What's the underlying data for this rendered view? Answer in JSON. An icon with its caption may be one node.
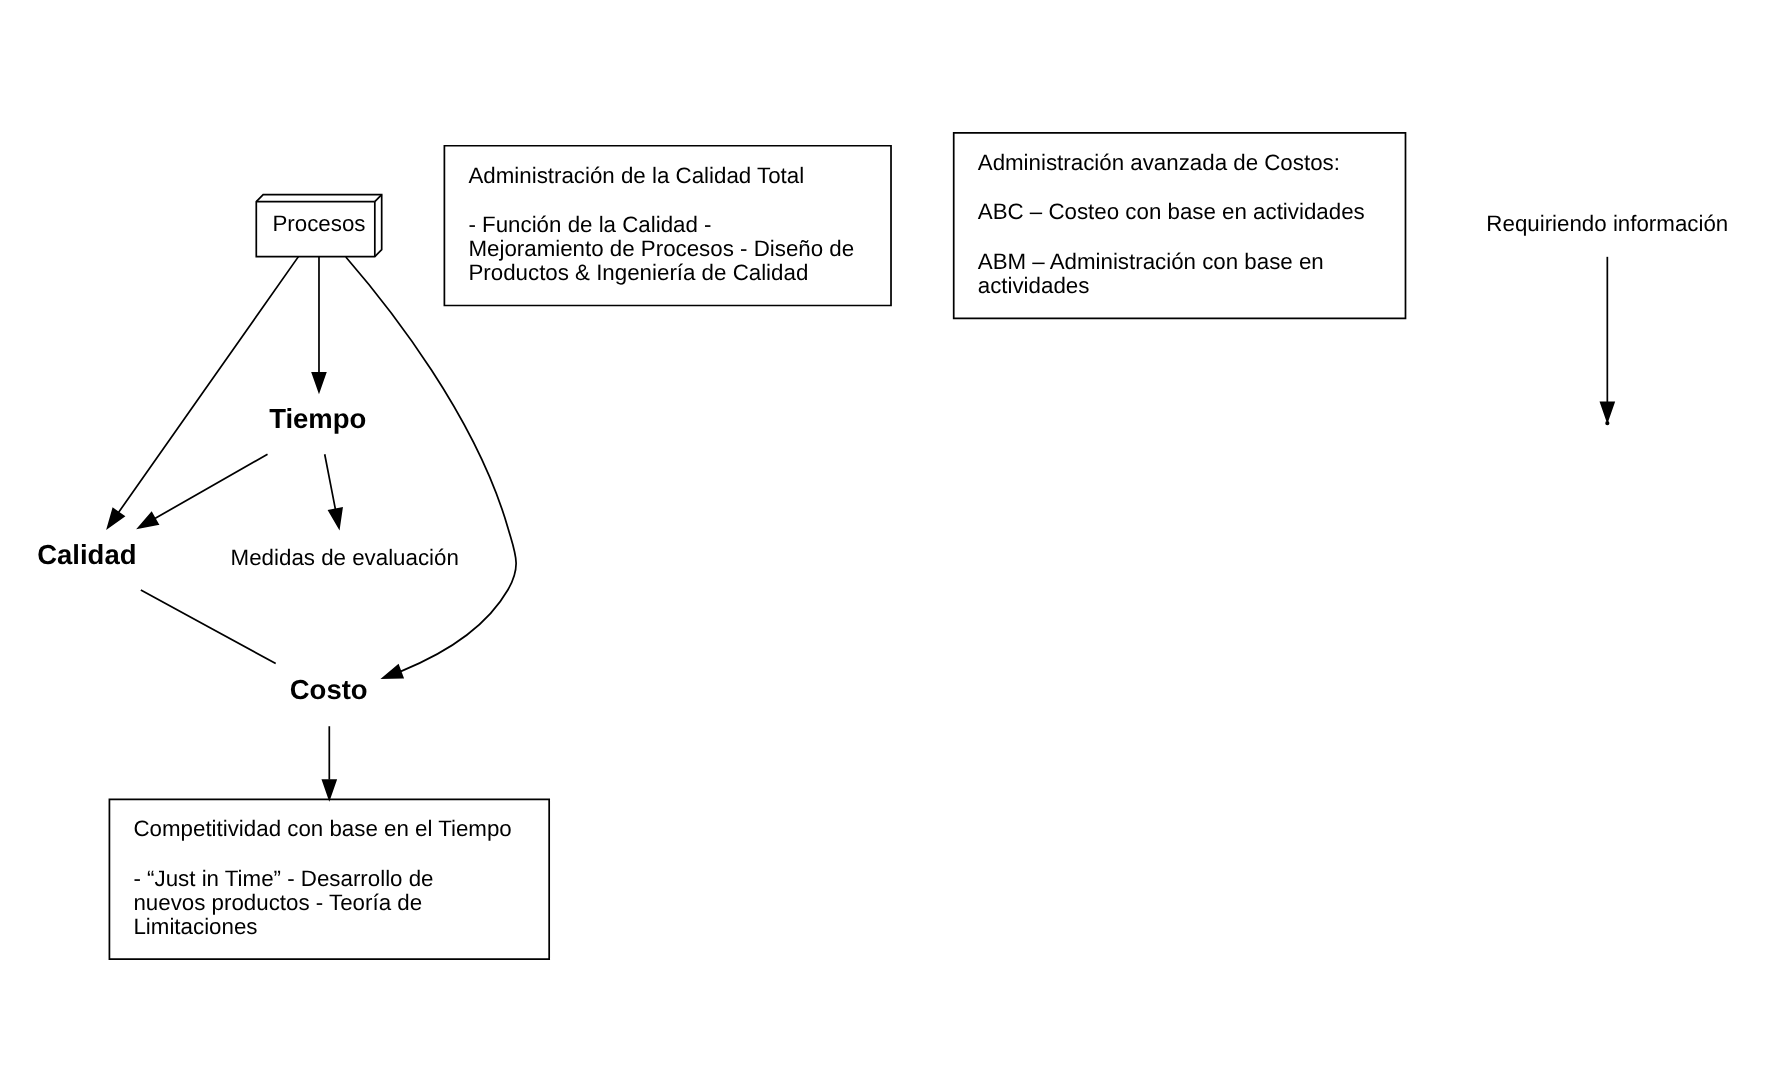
{
  "diagram": {
    "nodes": [
      {
        "text": [
          "Procesos"
        ]
      },
      {
        "text": [
          "Calidad"
        ]
      },
      {
        "text": [
          "Tiempo"
        ]
      },
      {
        "text": [
          "Costo"
        ]
      },
      {
        "text": [
          "Administración de la Calidad Total",
          "- Función de la Calidad - Mejoramiento de Procesos - Diseño de Productos & Ingeniería de Calidad"
        ]
      },
      {
        "text": [
          "Administración avanzada de Costos:",
          "ABC – Costeo con base en actividades",
          "ABM – Administración con base en actividades"
        ]
      },
      {
        "text": [
          "Competitividad con base en el Tiempo",
          "- “Just in Time” - Desarrollo de nuevos productos - Teoría de Limitaciones"
        ]
      },
      {
        "text": [
          "Requiriendo información"
        ]
      },
      {
        "text": [
          "Medidas de evaluación"
        ]
      }
    ],
    "edges": [
      {
        "from": 0,
        "to": 1,
        "arrow": "to"
      },
      {
        "from": 0,
        "to": 2,
        "arrow": "to"
      },
      {
        "from": 0,
        "to": 3,
        "arrow": "to"
      },
      {
        "from": 2,
        "to": 1,
        "arrow": "to"
      },
      {
        "from": 1,
        "to": 3,
        "arrow": "none"
      },
      {
        "from": 3,
        "to": 6,
        "arrow": "to"
      },
      {
        "from": 7,
        "to": null,
        "arrow": "to"
      },
      {
        "from": 2,
        "to": 8,
        "arrow": "to"
      }
    ]
  }
}
